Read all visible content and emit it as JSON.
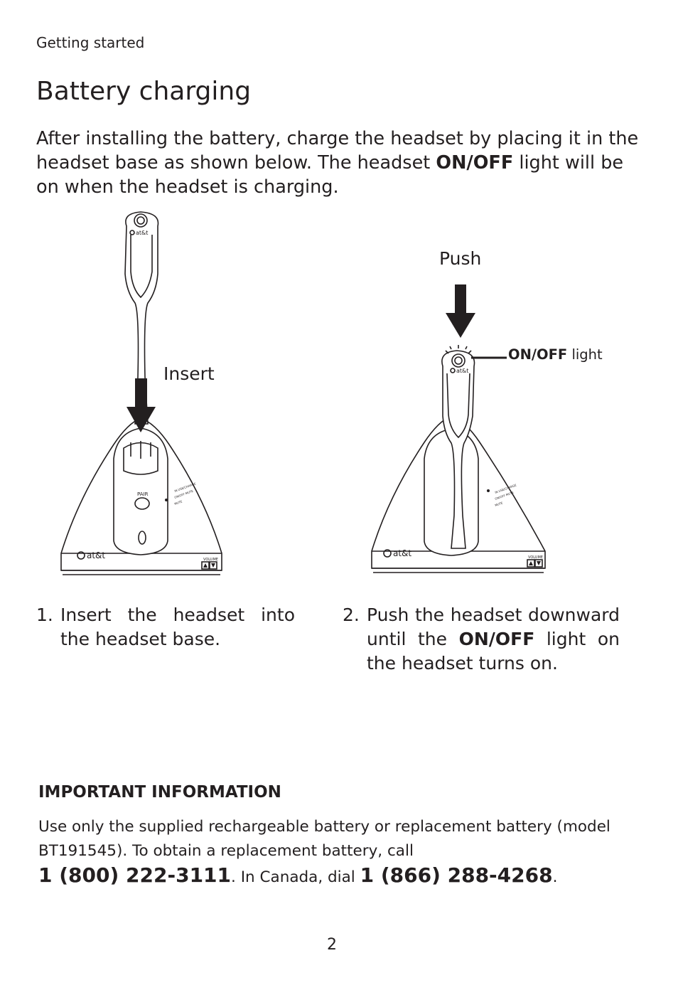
{
  "header": {
    "section": "Getting started"
  },
  "title": "Battery charging",
  "intro": {
    "before": "After installing the battery, charge the headset by placing it in the headset base as shown below. The headset ",
    "bold": "ON/OFF",
    "after": " light will be on when the headset is charging."
  },
  "figure": {
    "insert_label": "Insert",
    "push_label": "Push",
    "onoff_label_bold": "ON/OFF",
    "onoff_label_rest": " light",
    "brand_text": "at&t",
    "pair_text": "PAIR",
    "volume_text": "VOLUME",
    "led_text_1": "IN USE/CHARGE",
    "led_text_2": "ON/OFF MUTE",
    "led_text_3": "MUTE"
  },
  "steps": [
    {
      "number": "1.",
      "text": "Insert the headset into the headset base."
    },
    {
      "number": "2.",
      "before": "Push the headset downward until the ",
      "bold": "ON/OFF",
      "after": " light on the headset turns on."
    }
  ],
  "important": {
    "title": "IMPORTANT INFORMATION",
    "text1": "Use only the supplied rechargeable battery or replacement battery (model BT191545). To obtain a replacement battery, call ",
    "phone_us": "1 (800) 222-3111",
    "text2": ". In Canada, dial ",
    "phone_ca": "1 (866) 288-4268",
    "text3": "."
  },
  "page_number": "2"
}
